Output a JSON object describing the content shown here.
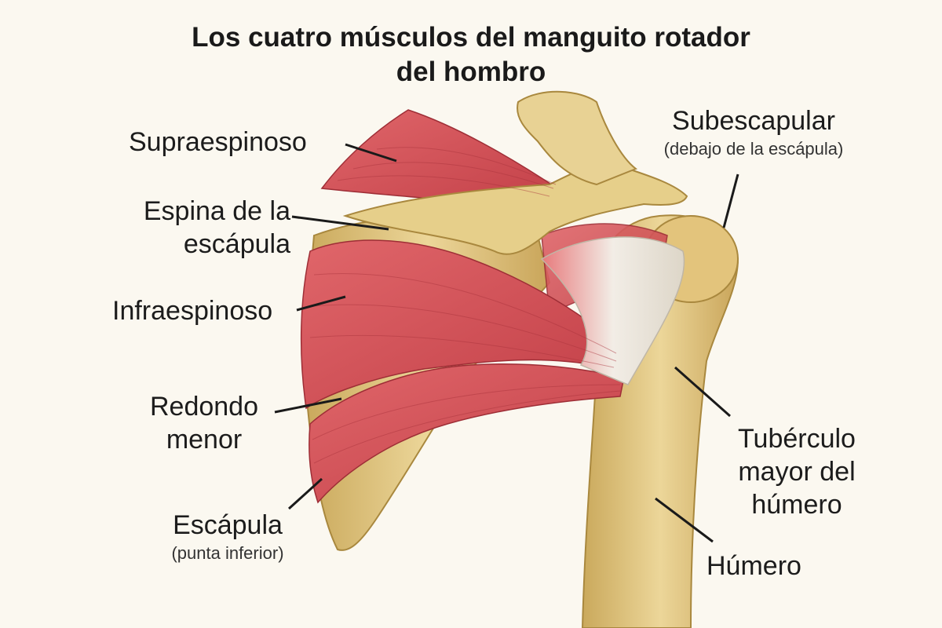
{
  "title_line1": "Los cuatro músculos del manguito rotador",
  "title_line2": "del hombro",
  "labels": {
    "supraespinoso": "Supraespinoso",
    "espina_line1": "Espina de la",
    "espina_line2": "escápula",
    "infraespinoso": "Infraespinoso",
    "redondo_line1": "Redondo",
    "redondo_line2": "menor",
    "escapula": "Escápula",
    "escapula_sub": "(punta inferior)",
    "subescapular": "Subescapular",
    "subescapular_sub": "(debajo de la escápula)",
    "tuberculo_line1": "Tubérculo",
    "tuberculo_line2": "mayor del",
    "tuberculo_line3": "húmero",
    "humero": "Húmero"
  },
  "colors": {
    "background": "#fbf8f0",
    "bone": "#e6cf8a",
    "bone_shadow": "#b8964a",
    "muscle": "#d9545a",
    "muscle_dark": "#b2363f",
    "tendon": "#ece8e0",
    "leader_line": "#1a1a1a"
  }
}
